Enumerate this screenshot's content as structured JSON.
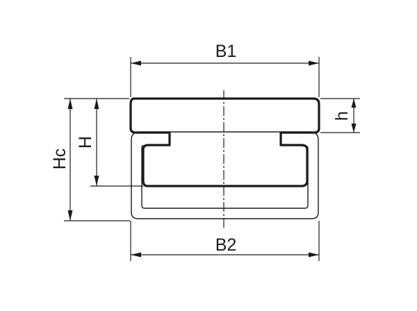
{
  "labels": {
    "b1": "B1",
    "b2": "B2",
    "hc": "Hc",
    "h_upper": "H",
    "h_lower": "h"
  },
  "colors": {
    "line": "#1a1a1a",
    "background": "#ffffff"
  }
}
